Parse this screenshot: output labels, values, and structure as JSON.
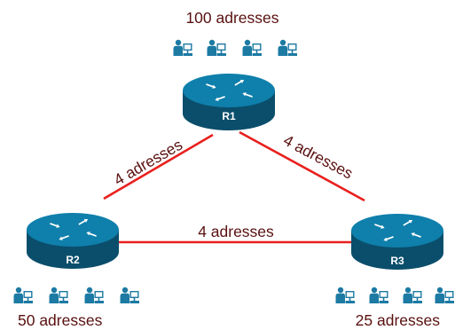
{
  "colors": {
    "link": "#e8201e",
    "router_top": "#0f7fab",
    "router_side": "#0a4e6b",
    "host_icon": "#1c7aa3",
    "label_text": "#5a1010"
  },
  "routers": [
    {
      "id": "R1",
      "label": "R1",
      "icon": "router-icon"
    },
    {
      "id": "R2",
      "label": "R2",
      "icon": "router-icon"
    },
    {
      "id": "R3",
      "label": "R3",
      "icon": "router-icon"
    }
  ],
  "links": [
    {
      "from": "R1",
      "to": "R2",
      "label": "4 adresses"
    },
    {
      "from": "R1",
      "to": "R3",
      "label": "4 adresses"
    },
    {
      "from": "R2",
      "to": "R3",
      "label": "4 adresses"
    }
  ],
  "lans": [
    {
      "router": "R1",
      "label": "100 adresses",
      "hosts": 4,
      "icon": "pc-user-icon"
    },
    {
      "router": "R2",
      "label": "50 adresses",
      "hosts": 4,
      "icon": "pc-user-icon"
    },
    {
      "router": "R3",
      "label": "25 adresses",
      "hosts": 4,
      "icon": "pc-user-icon"
    }
  ]
}
